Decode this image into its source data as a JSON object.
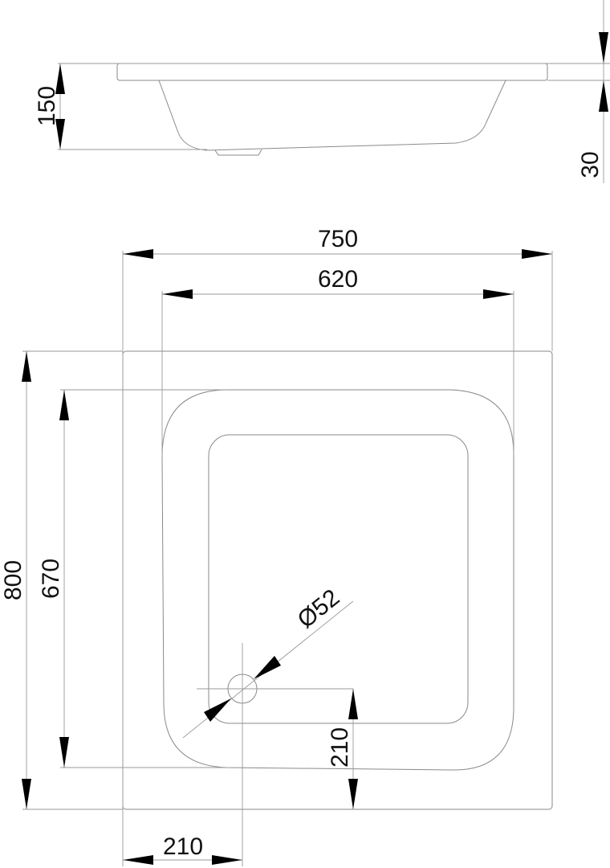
{
  "drawing": {
    "side_view": {
      "height_label": "150",
      "rim_label": "30"
    },
    "top_view": {
      "overall_width_label": "750",
      "inner_width_label": "620",
      "overall_length_label": "800",
      "inner_length_label": "670",
      "drain_diameter_label": "Ø52",
      "drain_offset_y_label": "210",
      "drain_offset_x_label": "210"
    },
    "colors": {
      "line": "#9a9a9a",
      "arrow": "#000000",
      "text": "#111111"
    }
  }
}
